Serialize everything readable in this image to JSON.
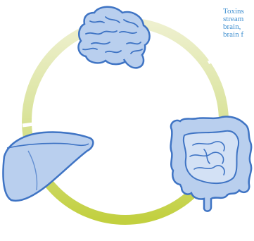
{
  "caption": {
    "lines": [
      "Toxins",
      "stream",
      "brain,",
      "brain f"
    ]
  },
  "colors": {
    "organ_fill": "#b9cfee",
    "organ_stroke": "#3f74c4",
    "ring_light": "#eef0cf",
    "ring_mid": "#d9e29a",
    "ring_dark": "#c3d142",
    "caption_text": "#3f8fd0"
  },
  "icons": [
    "brain-icon",
    "intestines-icon",
    "liver-icon"
  ]
}
